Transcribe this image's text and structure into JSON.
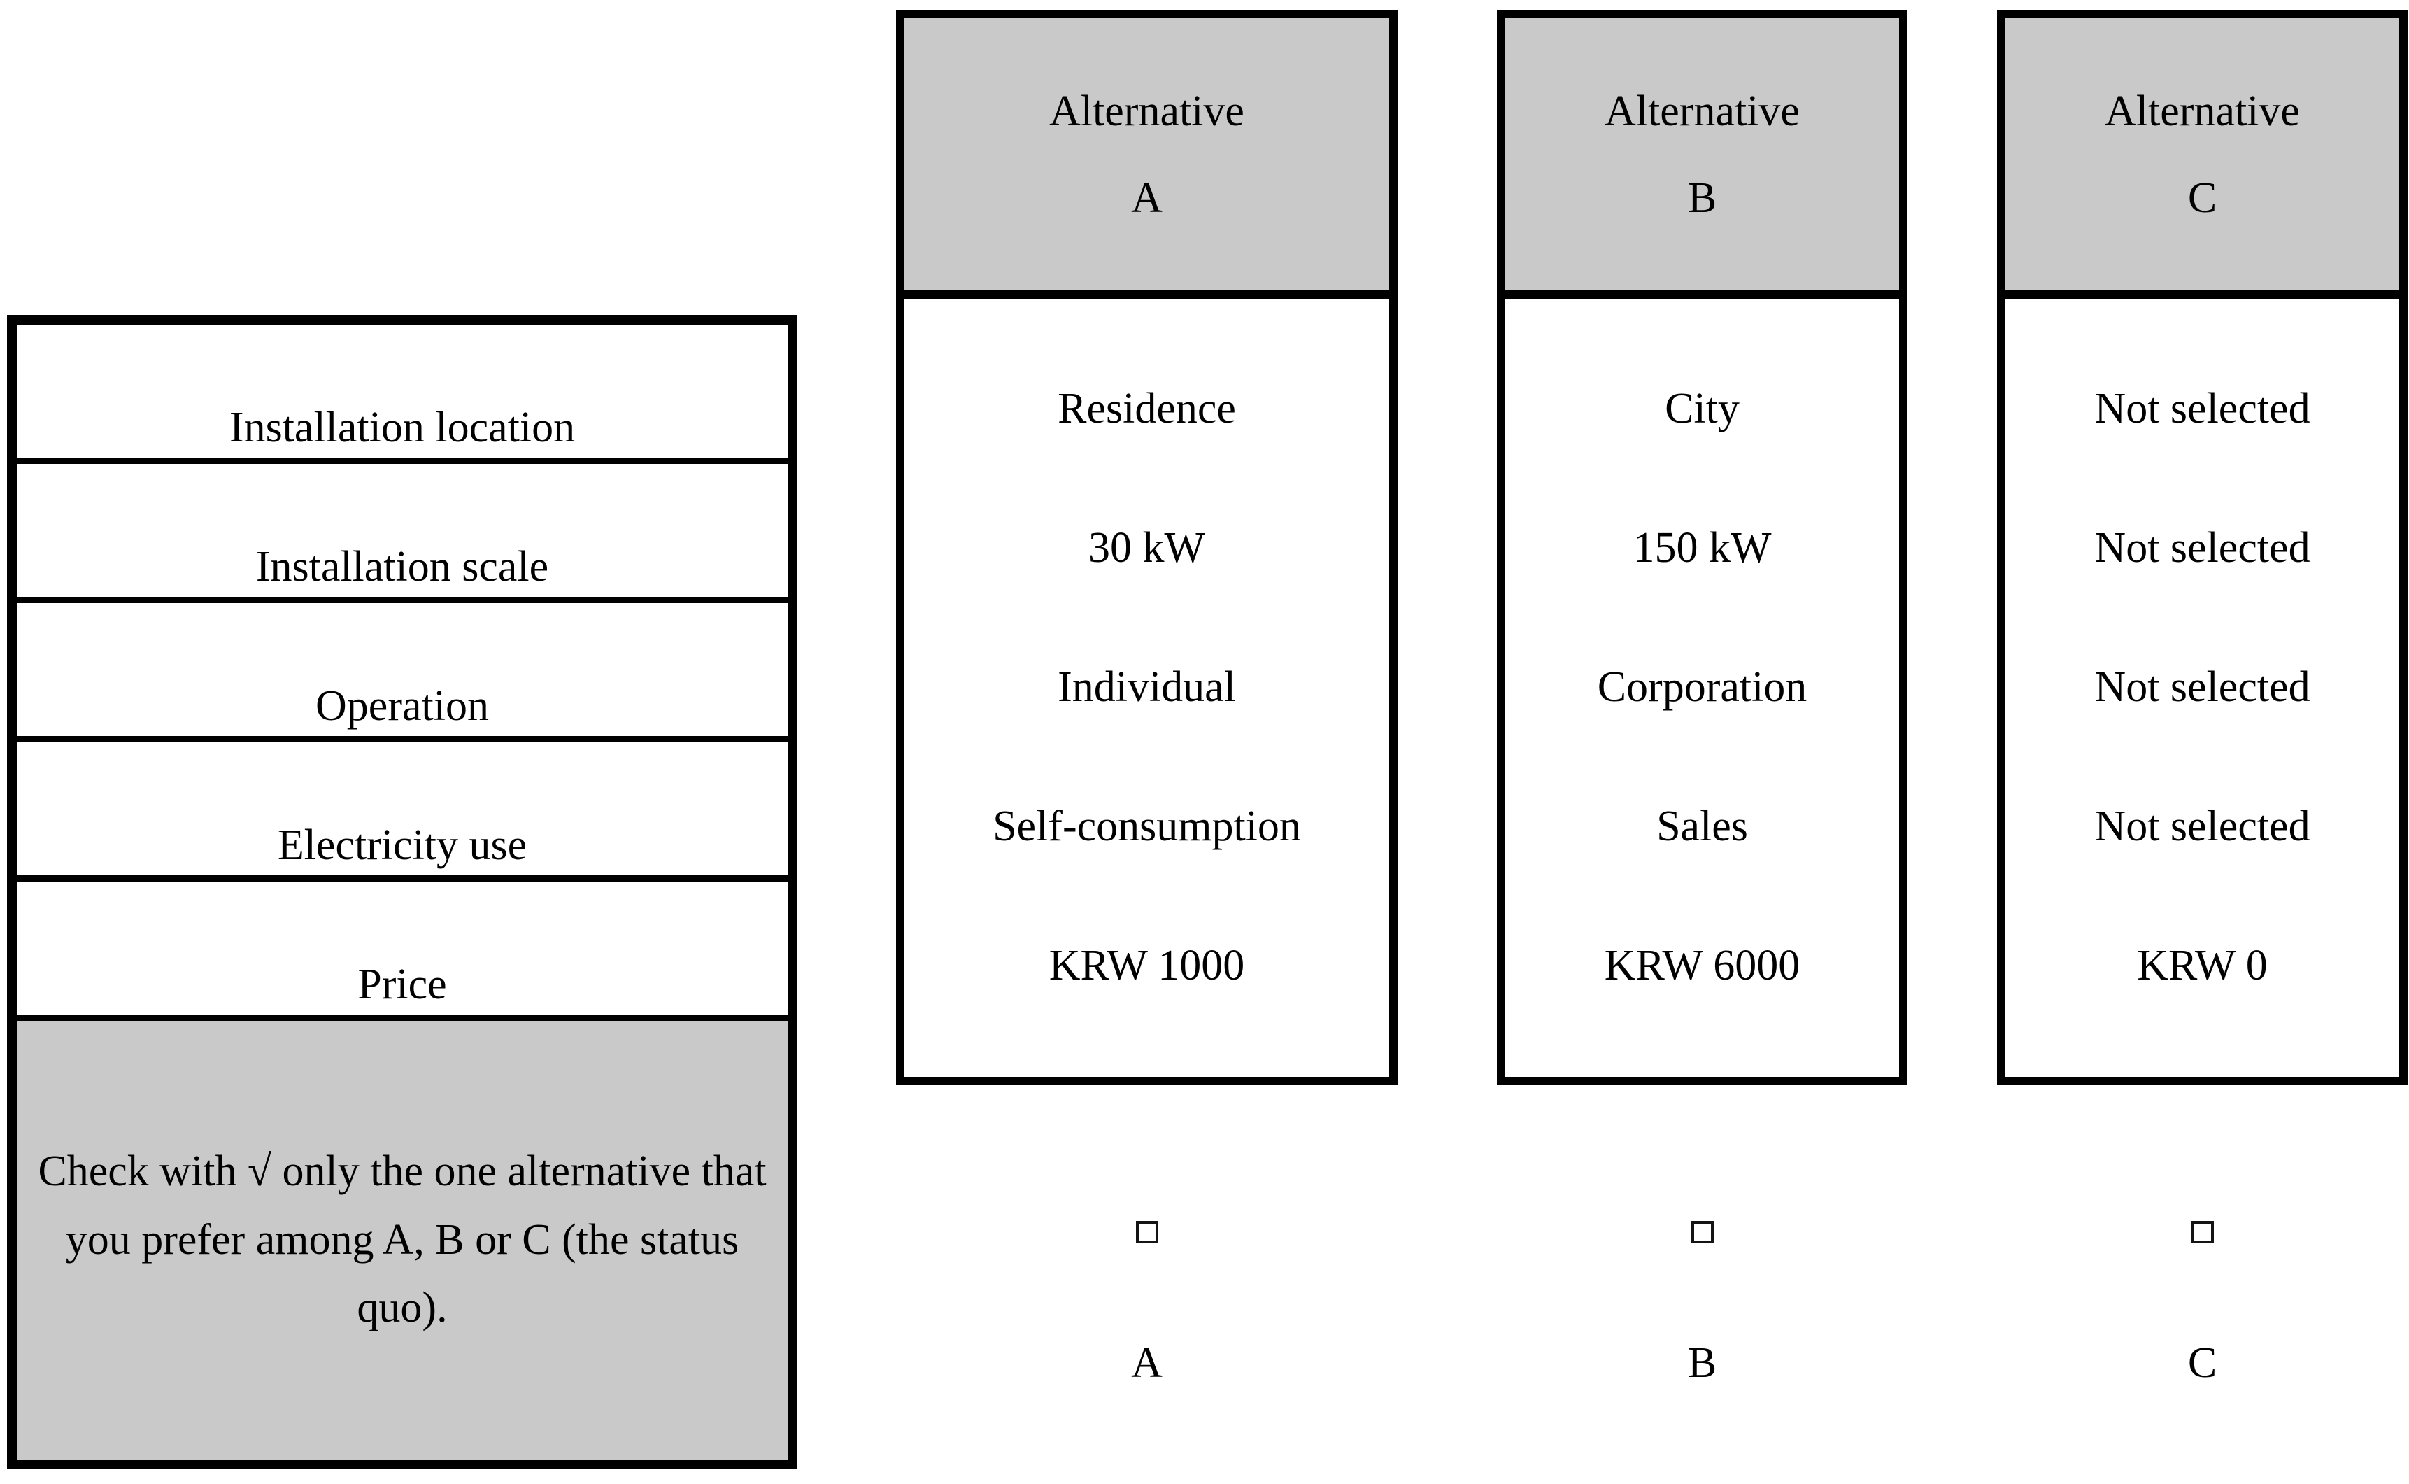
{
  "card": {
    "type": "choice-experiment-card",
    "colors": {
      "header_fill": "#C9C9C9",
      "note_fill": "#C9C9C9",
      "border": "#000000",
      "body_fill": "#FFFFFF",
      "text": "#000000"
    }
  },
  "attributes": {
    "rows": [
      {
        "label": "Installation location"
      },
      {
        "label": "Installation scale"
      },
      {
        "label": "Operation"
      },
      {
        "label": "Electricity use"
      },
      {
        "label": "Price"
      }
    ],
    "instruction": "Check with √ only the one alternative that you prefer among A, B or C (the status quo)."
  },
  "alternatives": [
    {
      "id": "A",
      "header_word": "Alternative",
      "header_letter": "A",
      "values": [
        "Residence",
        "30 kW",
        "Individual",
        "Self-consumption",
        "KRW 1000"
      ],
      "choice_label": "A",
      "checkbox_glyph": "empty-square",
      "checked": false
    },
    {
      "id": "B",
      "header_word": "Alternative",
      "header_letter": "B",
      "values": [
        "City",
        "150 kW",
        "Corporation",
        "Sales",
        "KRW 6000"
      ],
      "choice_label": "B",
      "checkbox_glyph": "empty-square",
      "checked": false
    },
    {
      "id": "C",
      "header_word": "Alternative",
      "header_letter": "C",
      "values": [
        "Not selected",
        "Not selected",
        "Not selected",
        "Not selected",
        "KRW 0"
      ],
      "choice_label": "C",
      "checkbox_glyph": "empty-square",
      "checked": false
    }
  ]
}
